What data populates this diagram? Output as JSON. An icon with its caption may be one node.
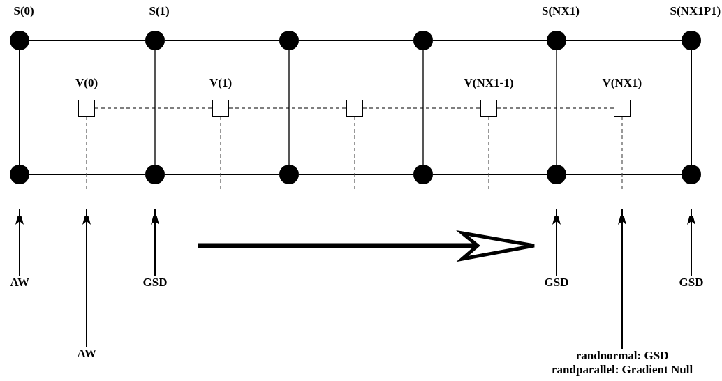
{
  "diagram": {
    "nodes": [
      {
        "text": [],
        "shape": "circle",
        "beside": [
          "S(0)"
        ]
      },
      {
        "text": [],
        "shape": "circle",
        "beside": [
          "S(1)"
        ]
      },
      {
        "text": [],
        "shape": "circle"
      },
      {
        "text": [],
        "shape": "circle"
      },
      {
        "text": [],
        "shape": "circle",
        "beside": [
          "S(NX1)"
        ]
      },
      {
        "text": [],
        "shape": "circle",
        "beside": [
          "S(NX1P1)"
        ]
      },
      {
        "text": [],
        "shape": "circle"
      },
      {
        "text": [],
        "shape": "circle"
      },
      {
        "text": [],
        "shape": "circle"
      },
      {
        "text": [],
        "shape": "circle"
      },
      {
        "text": [],
        "shape": "circle"
      },
      {
        "text": [],
        "shape": "circle"
      },
      {
        "text": [],
        "shape": "box",
        "beside": [
          "V(0)"
        ]
      },
      {
        "text": [],
        "shape": "box",
        "beside": [
          "V(1)"
        ]
      },
      {
        "text": [],
        "shape": "box"
      },
      {
        "text": [],
        "shape": "box",
        "beside": [
          "V(NX1-1)"
        ]
      },
      {
        "text": [],
        "shape": "box",
        "beside": [
          "V(NX1)"
        ]
      },
      {
        "text": [
          "AW"
        ]
      },
      {
        "text": [
          "GSD"
        ]
      },
      {
        "text": [
          "GSD"
        ]
      },
      {
        "text": [
          "GSD"
        ]
      },
      {
        "text": [
          "AW"
        ]
      },
      {
        "text": [
          "randnormal: GSD",
          "randparallel: Gradient Null"
        ]
      }
    ],
    "edges": [
      {
        "from": 0,
        "to": 1,
        "arrow": "none"
      },
      {
        "from": 1,
        "to": 2,
        "arrow": "none"
      },
      {
        "from": 2,
        "to": 3,
        "arrow": "none"
      },
      {
        "from": 3,
        "to": 4,
        "arrow": "none"
      },
      {
        "from": 4,
        "to": 5,
        "arrow": "none"
      },
      {
        "from": 6,
        "to": 7,
        "arrow": "none"
      },
      {
        "from": 7,
        "to": 8,
        "arrow": "none"
      },
      {
        "from": 8,
        "to": 9,
        "arrow": "none"
      },
      {
        "from": 9,
        "to": 10,
        "arrow": "none"
      },
      {
        "from": 10,
        "to": 11,
        "arrow": "none"
      },
      {
        "from": 0,
        "to": 6,
        "arrow": "none"
      },
      {
        "from": 1,
        "to": 7,
        "arrow": "none",
        "color": "#555555"
      },
      {
        "from": 2,
        "to": 8,
        "arrow": "none",
        "color": "#555555"
      },
      {
        "from": 3,
        "to": 9,
        "arrow": "none",
        "color": "#555555"
      },
      {
        "from": 4,
        "to": 10,
        "arrow": "none",
        "color": "#555555"
      },
      {
        "from": 5,
        "to": 11,
        "arrow": "none"
      },
      {
        "from": 12,
        "to": 13,
        "arrow": "none",
        "style": "dashed"
      },
      {
        "from": 13,
        "to": 14,
        "arrow": "none",
        "style": "dashed"
      },
      {
        "from": 14,
        "to": 15,
        "arrow": "none",
        "style": "dashed"
      },
      {
        "from": 15,
        "to": 16,
        "arrow": "none",
        "style": "dashed"
      },
      {
        "from": 12,
        "to": null,
        "arrow": "none",
        "style": "dashed",
        "color": "#555555"
      },
      {
        "from": 13,
        "to": null,
        "arrow": "none",
        "style": "dashed",
        "color": "#555555"
      },
      {
        "from": 14,
        "to": null,
        "arrow": "none",
        "style": "dashed",
        "color": "#555555"
      },
      {
        "from": 15,
        "to": null,
        "arrow": "none",
        "style": "dashed",
        "color": "#555555"
      },
      {
        "from": 16,
        "to": null,
        "arrow": "none",
        "style": "dashed",
        "color": "#555555"
      },
      {
        "from": 17,
        "to": null,
        "arrow": "to"
      },
      {
        "from": 18,
        "to": null,
        "arrow": "to"
      },
      {
        "from": 19,
        "to": null,
        "arrow": "to"
      },
      {
        "from": 20,
        "to": null,
        "arrow": "to"
      },
      {
        "from": 21,
        "to": null,
        "arrow": "to"
      },
      {
        "from": 22,
        "to": null,
        "arrow": "to"
      }
    ]
  }
}
